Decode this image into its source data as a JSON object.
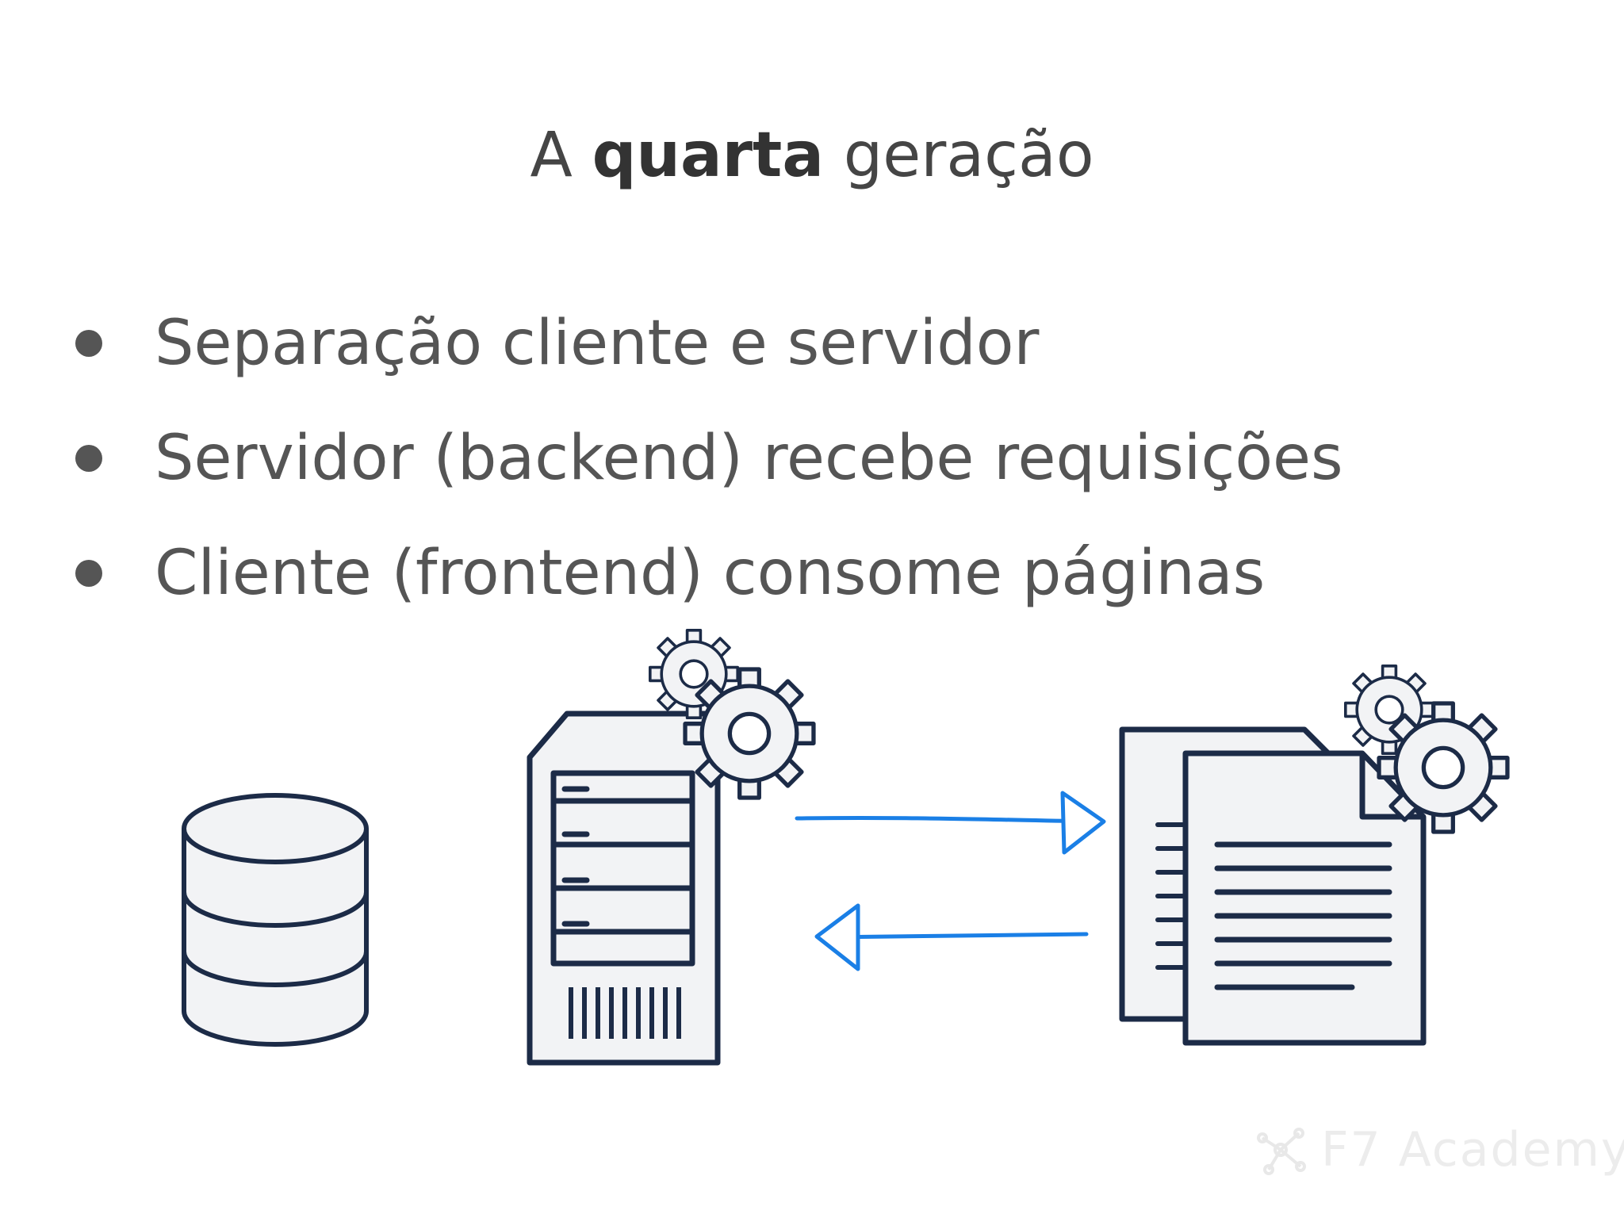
{
  "title": {
    "prefix": "A",
    "emphasis": "quarta",
    "suffix": "geração"
  },
  "bullets": [
    "Separação cliente e servidor",
    "Servidor (backend) recebe requisições",
    "Cliente (frontend) consome páginas"
  ],
  "diagram": {
    "icons": [
      "database-icon",
      "server-icon",
      "gear-icon",
      "documents-icon"
    ],
    "arrow_color": "#1a7fe6",
    "stroke_color": "#1c2b47",
    "fill_color": "#f2f3f5"
  },
  "watermark": {
    "text": "F7 Academy"
  }
}
